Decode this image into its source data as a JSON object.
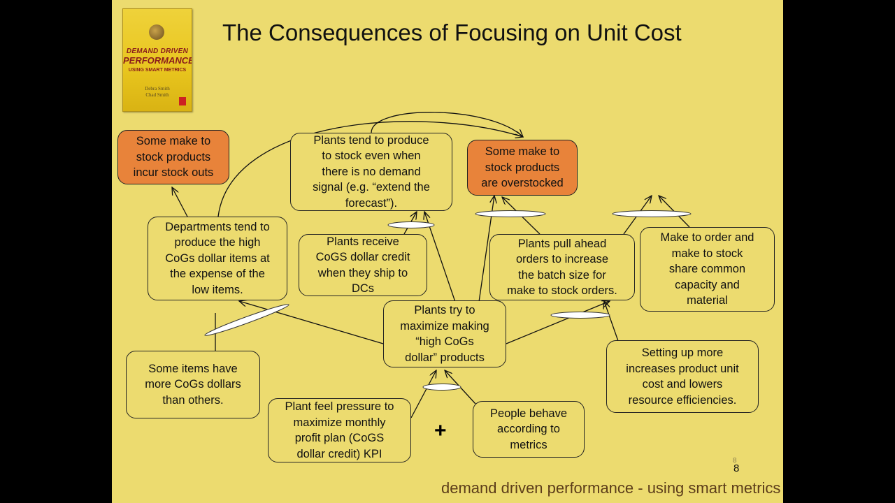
{
  "title": "The Consequences of Focusing on Unit Cost",
  "book": {
    "line1": "DEMAND DRIVEN",
    "line2": "PERFORMANCE",
    "line3": "USING SMART METRICS",
    "authors": "Debra Smith\nChad Smith"
  },
  "nodes": {
    "stockouts": "Some make to\nstock products\nincur stock outs",
    "produce_to_stock": "Plants tend to produce\nto stock even when\nthere is no demand\nsignal (e.g. “extend the\nforecast”).",
    "overstocked": "Some make to\nstock products\nare overstocked",
    "departments": "Departments tend to\nproduce the high\nCoGs dollar items at\nthe expense of the\nlow items.",
    "cogs_credit": "Plants receive\nCoGS dollar credit\nwhen they ship to\nDCs",
    "pull_ahead": "Plants pull ahead\norders to increase\nthe batch size for\nmake to stock orders.",
    "mto_mts": "Make to order and\nmake to stock\nshare common\ncapacity and\nmaterial",
    "maximize": "Plants try to\nmaximize making\n“high CoGs\ndollar” products",
    "some_items": "Some items have\nmore CoGs dollars\nthan others.",
    "setting_up": "Setting up more\nincreases product unit\ncost and lowers\nresource efficiencies.",
    "pressure": "Plant feel pressure to\nmaximize monthly\nprofit plan (CoGS\ndollar credit) KPI",
    "people": "People behave\naccording to\nmetrics"
  },
  "plus_sign": "+",
  "page_number": "8",
  "page_number_ghost": "8",
  "footer": "demand driven performance - using smart metrics"
}
